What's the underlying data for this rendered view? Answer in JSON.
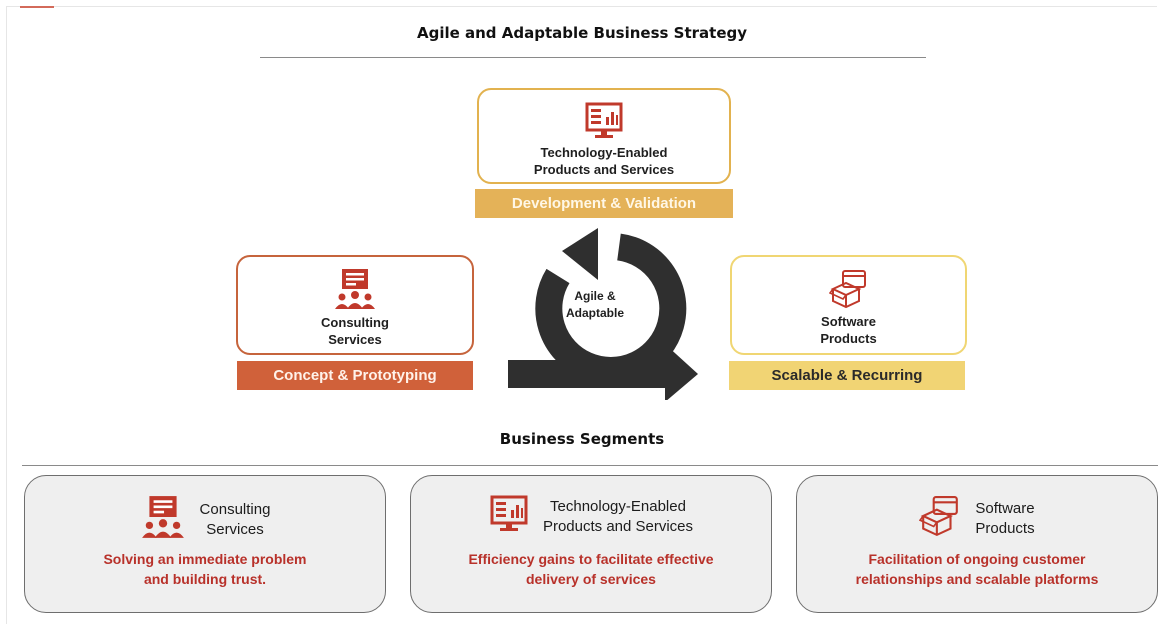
{
  "diagram": {
    "title": "Agile and Adaptable Business Strategy",
    "cycle_label": "Agile &\nAdaptable",
    "nodes": [
      {
        "id": "tech",
        "label": "Technology-Enabled\nProducts and Services",
        "band": "Development & Validation",
        "icon": "monitor-chart-icon"
      },
      {
        "id": "consulting",
        "label": "Consulting\nServices",
        "band": "Concept & Prototyping",
        "icon": "presenter-audience-icon"
      },
      {
        "id": "software",
        "label": "Software\nProducts",
        "band": "Scalable & Recurring",
        "icon": "software-box-icon"
      }
    ],
    "colors": {
      "tech_border": "#e2b24f",
      "tech_band": "#e4b258",
      "consulting_border": "#c6643c",
      "consulting_band": "#d0613a",
      "software_border": "#f0d673",
      "software_band": "#f1d474",
      "icon_red": "#c0392b",
      "cycle_dark": "#2f2f2f"
    }
  },
  "segments": {
    "title": "Business Segments",
    "cards": [
      {
        "title": "Consulting\nServices",
        "description": "Solving an immediate problem\nand building trust.",
        "icon": "presenter-audience-icon"
      },
      {
        "title": "Technology-Enabled\nProducts and Services",
        "description": "Efficiency gains to facilitate effective\ndelivery of services",
        "icon": "monitor-chart-icon"
      },
      {
        "title": "Software\nProducts",
        "description": "Facilitation of ongoing customer\nrelationships and scalable platforms",
        "icon": "software-box-icon"
      }
    ]
  }
}
